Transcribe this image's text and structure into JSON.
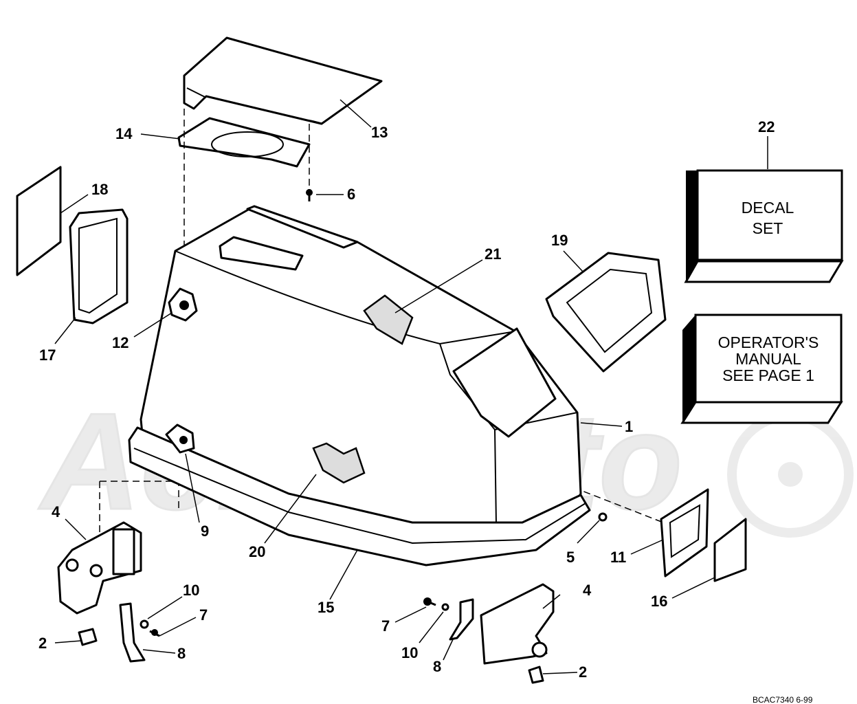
{
  "watermark": {
    "text": "AcrhMoto"
  },
  "decal_box": {
    "callout": "22",
    "line1": "DECAL",
    "line2": "SET"
  },
  "manual_box": {
    "line1": "OPERATOR'S",
    "line2": "MANUAL",
    "line3": "SEE PAGE 1"
  },
  "callouts": {
    "c1": "1",
    "c2a": "2",
    "c2b": "2",
    "c4a": "4",
    "c4b": "4",
    "c5": "5",
    "c6": "6",
    "c7a": "7",
    "c7b": "7",
    "c8a": "8",
    "c8b": "8",
    "c9": "9",
    "c10a": "10",
    "c10b": "10",
    "c11": "11",
    "c12": "12",
    "c13": "13",
    "c14": "14",
    "c15": "15",
    "c16": "16",
    "c17": "17",
    "c18": "18",
    "c19": "19",
    "c20": "20",
    "c21": "21"
  },
  "reference": "BCAC7340   6-99"
}
